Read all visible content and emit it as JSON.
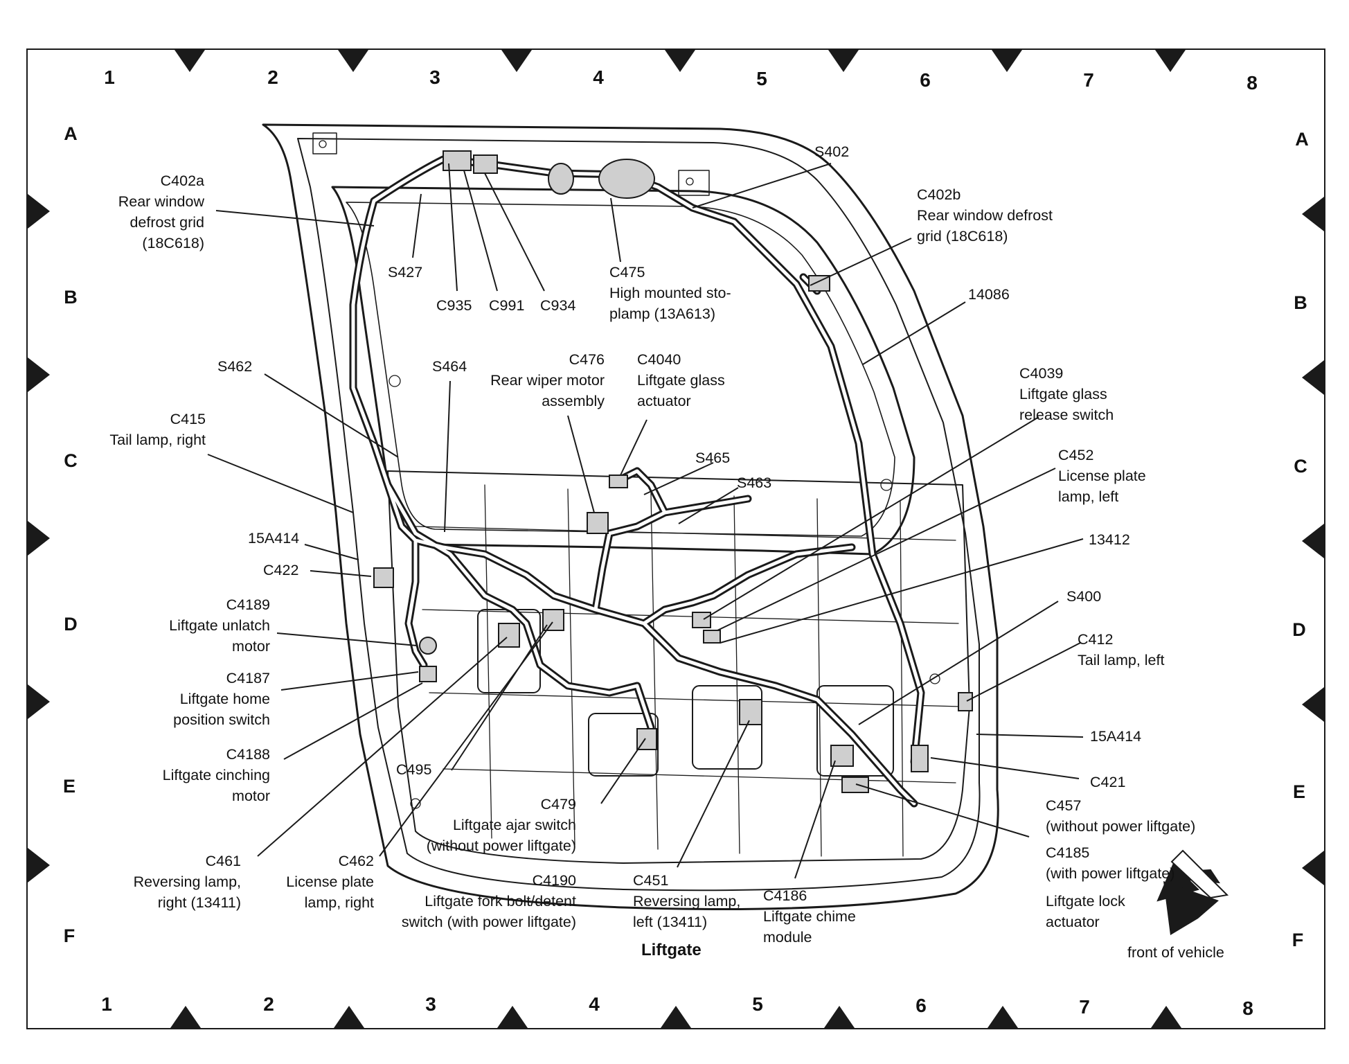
{
  "grid": {
    "columns": [
      "1",
      "2",
      "3",
      "4",
      "5",
      "6",
      "7",
      "8"
    ],
    "rows": [
      "A",
      "B",
      "C",
      "D",
      "E",
      "F"
    ]
  },
  "caption": "Liftgate",
  "labels": {
    "c402a": "C402a\nRear window\ndefrost grid\n(18C618)",
    "s427": "S427",
    "c935": "C935",
    "c991": "C991",
    "c934": "C934",
    "c475": "C475\nHigh mounted sto-\nplamp (13A613)",
    "s402": "S402",
    "c402b": "C402b\nRear window defrost\ngrid (18C618)",
    "n14086": "14086",
    "s462": "S462",
    "s464": "S464",
    "c476": "C476\nRear wiper motor\nassembly",
    "c4040": "C4040\nLiftgate glass\nactuator",
    "c4039": "C4039\nLiftgate glass\nrelease switch",
    "c415": "C415\nTail lamp, right",
    "s465": "S465",
    "s463": "S463",
    "c452": "C452\nLicense plate\nlamp, left",
    "n15a414_r": "15A414",
    "n13412": "13412",
    "c422": "C422",
    "s400": "S400",
    "c4189": "C4189\nLiftgate unlatch\nmotor",
    "c412": "C412\nTail lamp, left",
    "c4187": "C4187\nLiftgate home\nposition switch",
    "n15a414_l": "15A414",
    "c4188": "C4188\nLiftgate cinching\nmotor",
    "c495": "C495",
    "c421": "C421",
    "c479": "C479\nLiftgate ajar switch\n(without power liftgate)",
    "c457": "C457\n(without power liftgate)",
    "c4185": "C4185\n(with power liftgate)",
    "c461": "C461\nReversing lamp,\nright (13411)",
    "c462": "C462\nLicense plate\nlamp, right",
    "c4190": "C4190\nLiftgate fork bolt/detent\nswitch (with power liftgate)",
    "c451": "C451\nReversing lamp,\nleft (13411)",
    "c4186": "C4186\nLiftgate chime\nmodule",
    "lock": "Liftgate lock\nactuator",
    "front": "front of vehicle"
  },
  "colors": {
    "line": "#1a1a1a",
    "background": "#ffffff",
    "shade": "#cfcfcf"
  }
}
